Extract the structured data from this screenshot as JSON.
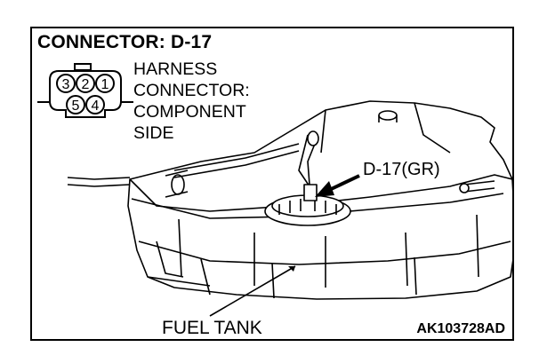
{
  "title": "CONNECTOR: D-17",
  "harness_label_lines": [
    "HARNESS",
    "CONNECTOR:",
    "COMPONENT",
    "SIDE"
  ],
  "connector_pins": [
    "3",
    "2",
    "1",
    "5",
    "4"
  ],
  "callout_label": "D-17(GR)",
  "part_label": "FUEL TANK",
  "figure_code": "AK103728AD",
  "colors": {
    "line": "#000000",
    "background": "#ffffff",
    "tank_fill": "#ffffff"
  },
  "icons": [
    "connector-pinout-icon",
    "pointer-arrow-icon",
    "fuel-tank-illustration"
  ]
}
